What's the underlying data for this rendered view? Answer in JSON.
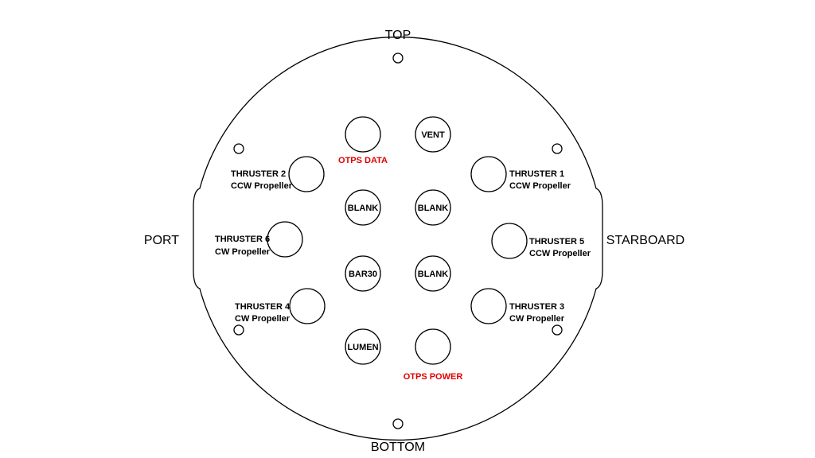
{
  "orientation": {
    "top": "TOP",
    "bottom": "BOTTOM",
    "port": "PORT",
    "starboard": "STARBOARD"
  },
  "ports": {
    "otps_data": "OTPS DATA",
    "vent": "VENT",
    "blank_1": "BLANK",
    "blank_2": "BLANK",
    "bar30": "BAR30",
    "blank_3": "BLANK",
    "lumen": "LUMEN",
    "otps_power": "OTPS POWER"
  },
  "thrusters": {
    "t1": {
      "name": "THRUSTER 1",
      "prop": "CCW Propeller"
    },
    "t2": {
      "name": "THRUSTER 2",
      "prop": "CCW Propeller"
    },
    "t3": {
      "name": "THRUSTER 3",
      "prop": "CW Propeller"
    },
    "t4": {
      "name": "THRUSTER 4",
      "prop": "CW Propeller"
    },
    "t5": {
      "name": "THRUSTER 5",
      "prop": "CCW Propeller"
    },
    "t6": {
      "name": "THRUSTER 6",
      "prop": "CW Propeller"
    }
  },
  "colors": {
    "outline": "#000000",
    "highlight": "#e00000"
  }
}
